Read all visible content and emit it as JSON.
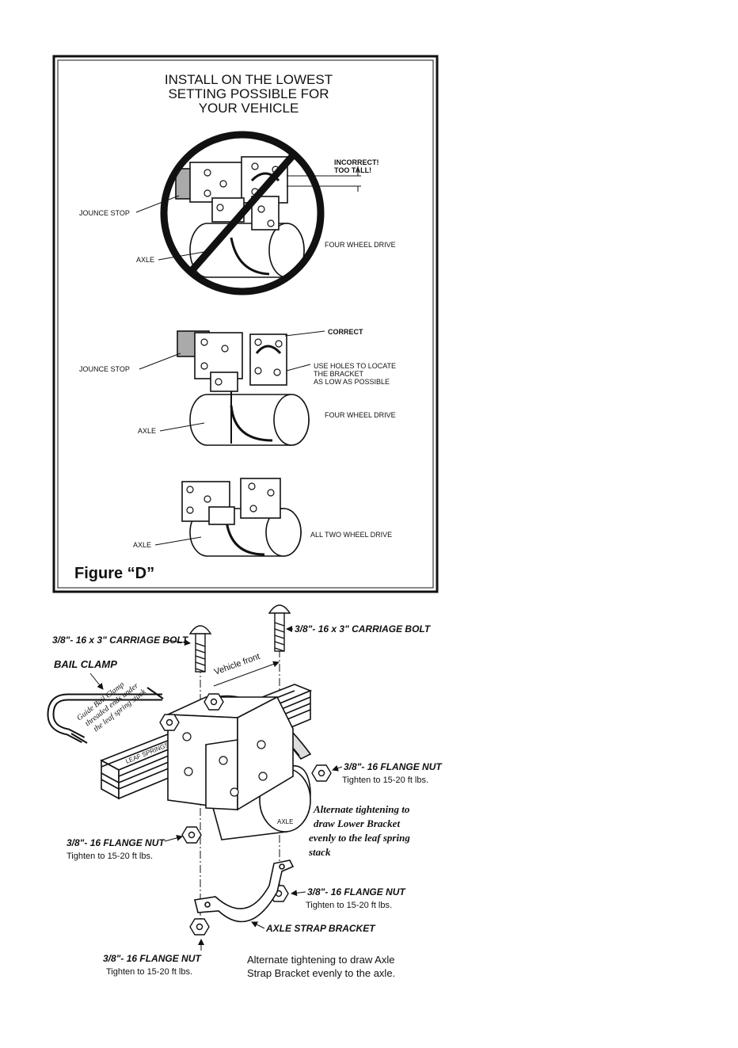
{
  "figure_d": {
    "heading": [
      "INSTALL ON THE LOWEST",
      "SETTING POSSIBLE FOR",
      "YOUR VEHICLE"
    ],
    "incorrect": [
      "INCORRECT!",
      "TOO TALL!"
    ],
    "jounce_stop": "JOUNCE STOP",
    "axle": "AXLE",
    "four_wheel_drive": "FOUR WHEEL DRIVE",
    "correct": "CORRECT",
    "use_holes": [
      "USE HOLES TO LOCATE",
      "THE BRACKET",
      "AS LOW AS POSSIBLE"
    ],
    "two_wheel_drive": "ALL TWO WHEEL DRIVE",
    "caption": "Figure “D”"
  },
  "exploded": {
    "carriage_bolt": "3/8\"- 16 x 3\" CARRIAGE BOLT",
    "vehicle_front": "Vehicle front",
    "bail_clamp": "BAIL CLAMP",
    "guide_note": [
      "Guide Bail Clamp",
      "threaded ends under",
      "the leaf spring stack"
    ],
    "leaf_springs": "LEAF SPRINGS",
    "flange_nut": "3/8\"- 16 FLANGE NUT",
    "torque": "Tighten to 15-20 ft lbs.",
    "axle_label": "AXLE",
    "lower_bracket_note": [
      "Alternate tightening to",
      "draw Lower Bracket",
      "evenly to the leaf spring",
      "stack"
    ],
    "axle_strap_bracket": "AXLE STRAP BRACKET",
    "strap_note": [
      "Alternate tightening to draw Axle",
      "Strap Bracket evenly to the axle."
    ]
  }
}
